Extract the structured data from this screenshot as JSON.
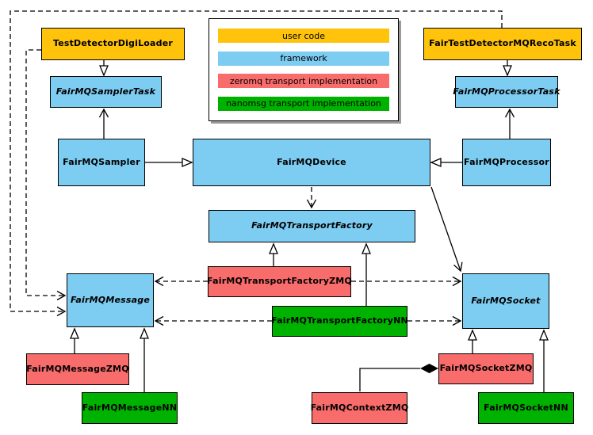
{
  "diagram": {
    "colors": {
      "user_code": "#FFC30B",
      "framework": "#7DCCF1",
      "zeromq": "#F96C6C",
      "nanomsg": "#00B200",
      "line": "#000000",
      "background": "#FFFFFF"
    },
    "legend": {
      "items": [
        {
          "label": "user code",
          "color_key": "user_code"
        },
        {
          "label": "framework",
          "color_key": "framework"
        },
        {
          "label": "zeromq transport implementation",
          "color_key": "zeromq"
        },
        {
          "label": "nanomsg transport implementation",
          "color_key": "nanomsg"
        }
      ]
    },
    "nodes": {
      "digiloader": {
        "label": "TestDetectorDigiLoader",
        "category": "user_code",
        "abstract": false
      },
      "recotask": {
        "label": "FairTestDetectorMQRecoTask",
        "category": "user_code",
        "abstract": false
      },
      "samplertask": {
        "label": "FairMQSamplerTask",
        "category": "framework",
        "abstract": true
      },
      "processortask": {
        "label": "FairMQProcessorTask",
        "category": "framework",
        "abstract": true
      },
      "sampler": {
        "label": "FairMQSampler",
        "category": "framework",
        "abstract": false
      },
      "device": {
        "label": "FairMQDevice",
        "category": "framework",
        "abstract": false
      },
      "processor": {
        "label": "FairMQProcessor",
        "category": "framework",
        "abstract": false
      },
      "tfactory": {
        "label": "FairMQTransportFactory",
        "category": "framework",
        "abstract": true
      },
      "tfactoryzmq": {
        "label": "FairMQTransportFactoryZMQ",
        "category": "zeromq",
        "abstract": false
      },
      "tfactorynn": {
        "label": "FairMQTransportFactoryNN",
        "category": "nanomsg",
        "abstract": false
      },
      "message": {
        "label": "FairMQMessage",
        "category": "framework",
        "abstract": true
      },
      "socket": {
        "label": "FairMQSocket",
        "category": "framework",
        "abstract": true
      },
      "messagezmq": {
        "label": "FairMQMessageZMQ",
        "category": "zeromq",
        "abstract": false
      },
      "messagenn": {
        "label": "FairMQMessageNN",
        "category": "nanomsg",
        "abstract": false
      },
      "socketzmq": {
        "label": "FairMQSocketZMQ",
        "category": "zeromq",
        "abstract": false
      },
      "contextzmq": {
        "label": "FairMQContextZMQ",
        "category": "zeromq",
        "abstract": false
      },
      "socketnn": {
        "label": "FairMQSocketNN",
        "category": "nanomsg",
        "abstract": false
      }
    },
    "relationships": [
      {
        "from": "TestDetectorDigiLoader",
        "to": "FairMQSamplerTask",
        "type": "inheritance",
        "line": "solid"
      },
      {
        "from": "FairMQSampler",
        "to": "FairMQSamplerTask",
        "type": "association",
        "line": "solid"
      },
      {
        "from": "FairMQSampler",
        "to": "FairMQDevice",
        "type": "inheritance",
        "line": "solid"
      },
      {
        "from": "FairTestDetectorMQRecoTask",
        "to": "FairMQProcessorTask",
        "type": "inheritance",
        "line": "solid"
      },
      {
        "from": "FairMQProcessor",
        "to": "FairMQProcessorTask",
        "type": "association",
        "line": "solid"
      },
      {
        "from": "FairMQProcessor",
        "to": "FairMQDevice",
        "type": "inheritance",
        "line": "solid"
      },
      {
        "from": "FairMQDevice",
        "to": "FairMQTransportFactory",
        "type": "dependency",
        "line": "dashed"
      },
      {
        "from": "FairMQDevice",
        "to": "FairMQSocket",
        "type": "association",
        "line": "solid"
      },
      {
        "from": "FairMQTransportFactoryZMQ",
        "to": "FairMQTransportFactory",
        "type": "inheritance",
        "line": "solid"
      },
      {
        "from": "FairMQTransportFactoryNN",
        "to": "FairMQTransportFactory",
        "type": "inheritance",
        "line": "solid"
      },
      {
        "from": "FairMQTransportFactoryZMQ",
        "to": "FairMQMessage",
        "type": "dependency",
        "line": "dashed"
      },
      {
        "from": "FairMQTransportFactoryZMQ",
        "to": "FairMQSocket",
        "type": "dependency",
        "line": "dashed"
      },
      {
        "from": "FairMQTransportFactoryNN",
        "to": "FairMQMessage",
        "type": "dependency",
        "line": "dashed"
      },
      {
        "from": "FairMQTransportFactoryNN",
        "to": "FairMQSocket",
        "type": "dependency",
        "line": "dashed"
      },
      {
        "from": "TestDetectorDigiLoader",
        "to": "FairMQMessage",
        "type": "dependency",
        "line": "dashed"
      },
      {
        "from": "FairTestDetectorMQRecoTask",
        "to": "FairMQMessage",
        "type": "dependency",
        "line": "dashed"
      },
      {
        "from": "FairMQMessageZMQ",
        "to": "FairMQMessage",
        "type": "inheritance",
        "line": "solid"
      },
      {
        "from": "FairMQMessageNN",
        "to": "FairMQMessage",
        "type": "inheritance",
        "line": "solid"
      },
      {
        "from": "FairMQSocketZMQ",
        "to": "FairMQSocket",
        "type": "inheritance",
        "line": "solid"
      },
      {
        "from": "FairMQSocketNN",
        "to": "FairMQSocket",
        "type": "inheritance",
        "line": "solid"
      },
      {
        "from": "FairMQSocketZMQ",
        "to": "FairMQContextZMQ",
        "type": "composition",
        "line": "solid"
      }
    ]
  }
}
